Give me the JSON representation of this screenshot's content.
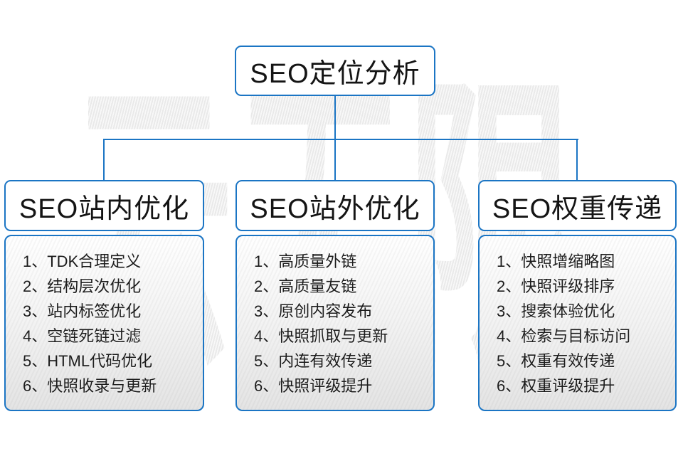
{
  "diagram": {
    "watermark": "云无限",
    "root": {
      "label": "SEO定位分析"
    },
    "columns": [
      {
        "header": "SEO站内优化",
        "items": [
          "1、TDK合理定义",
          "2、结构层次优化",
          "3、站内标签优化",
          "4、空链死链过滤",
          "5、HTML代码优化",
          "6、快照收录与更新"
        ]
      },
      {
        "header": "SEO站外优化",
        "items": [
          "1、高质量外链",
          "2、高质量友链",
          "3、原创内容发布",
          "4、快照抓取与更新",
          "5、内连有效传递",
          "6、快照评级提升"
        ]
      },
      {
        "header": "SEO权重传递",
        "items": [
          "1、快照增缩略图",
          "2、快照评级排序",
          "3、搜索体验优化",
          "4、检索与目标访问",
          "5、权重有效传递",
          "6、权重评级提升"
        ]
      }
    ],
    "colors": {
      "line_blue": "#1b75c4",
      "text": "#1c1c1c",
      "watermark_gray": "#ececec"
    }
  }
}
